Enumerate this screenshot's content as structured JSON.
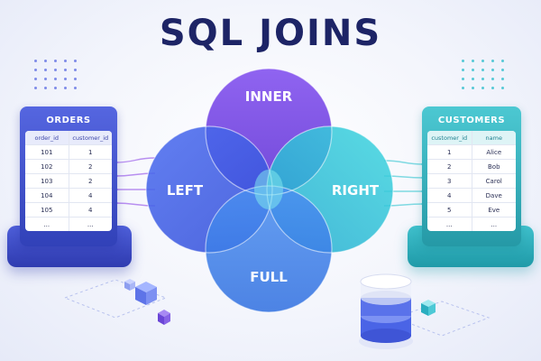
{
  "title": "SQL JOINS",
  "venn": {
    "inner": "INNER",
    "left": "LEFT",
    "right": "RIGHT",
    "full": "FULL"
  },
  "orders": {
    "title": "ORDERS",
    "columns": [
      "order_id",
      "customer_id"
    ],
    "rows": [
      [
        "101",
        "1"
      ],
      [
        "102",
        "2"
      ],
      [
        "103",
        "2"
      ],
      [
        "104",
        "4"
      ],
      [
        "105",
        "4"
      ],
      [
        "...",
        "..."
      ]
    ]
  },
  "customers": {
    "title": "CUSTOMERS",
    "columns": [
      "customer_id",
      "name"
    ],
    "rows": [
      [
        "1",
        "Alice"
      ],
      [
        "2",
        "Bob"
      ],
      [
        "3",
        "Carol"
      ],
      [
        "4",
        "Dave"
      ],
      [
        "5",
        "Eve"
      ],
      [
        "...",
        "..."
      ]
    ]
  },
  "colors": {
    "title": "#1d2466",
    "inner": "#7b4fe3",
    "left": "#4463e6",
    "right": "#2fc4d8",
    "full": "#3b86ea",
    "orders_accent": "#3141b8",
    "customers_accent": "#2599a6"
  },
  "icons": [
    "database-icon",
    "cube-icon"
  ]
}
